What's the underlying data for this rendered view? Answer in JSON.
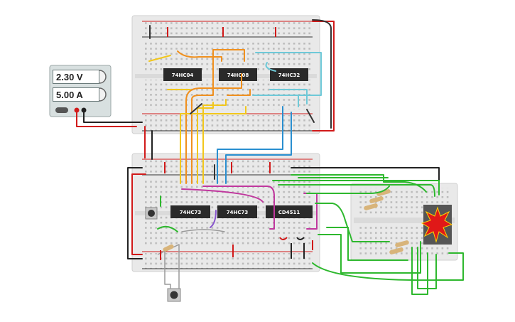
{
  "power_supply": {
    "voltage_display": "2.30 V",
    "current_display": "5.00 A"
  },
  "chips": {
    "u1": "74HC04",
    "u2": "74HC08",
    "u3": "74HC32",
    "u4": "74HC73",
    "u5": "74HC73",
    "u6": "CD4511"
  },
  "colors": {
    "breadboard": "#e8e8e8",
    "rail_red": "#d11a1a",
    "rail_black": "#222222",
    "wire_orange": "#f0901e",
    "wire_yellow": "#f2c71c",
    "wire_cyan": "#6ec9d8",
    "wire_blue": "#2a8fd0",
    "wire_green": "#2eb82e",
    "wire_magenta": "#c0389e",
    "wire_purple": "#8855cc",
    "display_body": "#555555",
    "display_burst": "#e01818"
  },
  "icons": {
    "display": "seven-segment-burnt-icon",
    "button": "pushbutton-icon",
    "knob": "knob-icon"
  }
}
